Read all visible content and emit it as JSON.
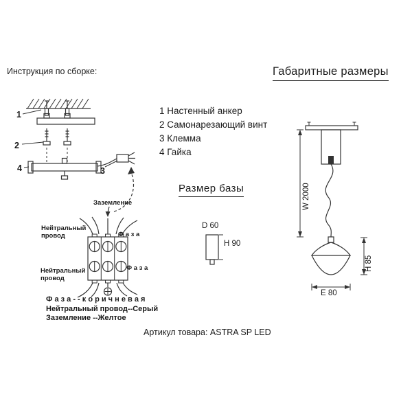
{
  "page": {
    "assembly_header": "Инструкция по сборке:",
    "dimensions_header": "Габаритные размеры",
    "base_header": "Размер базы",
    "article": "Артикул товара: ASTRA SP LED"
  },
  "parts": {
    "item1": "1 Настенный анкер",
    "item2": "2 Самонарезающий винт",
    "item3": "3 Клемма",
    "item4": "4 Гайка"
  },
  "callouts": {
    "c1": "1",
    "c2": "2",
    "c3": "3",
    "c4": "4"
  },
  "wiring": {
    "ground": "Заземление",
    "neutral_top": "Нейтральный\nпровод",
    "phase_top": "Ф а з а",
    "neutral_bottom": "Нейтральный\nпровод",
    "phase_bottom": "Ф а з а",
    "color_phase": "Ф а з а - - к о р и ч н е в а я",
    "color_neutral": "Нейтральный провод--Серый",
    "color_ground": "Заземление --Желтое"
  },
  "base_dims": {
    "d": "D 60",
    "h": "H 90"
  },
  "pendant_dims": {
    "w": "W 2000",
    "h": "H 85",
    "e": "E 80"
  },
  "colors": {
    "ink": "#333333",
    "text": "#1a1a1a"
  }
}
